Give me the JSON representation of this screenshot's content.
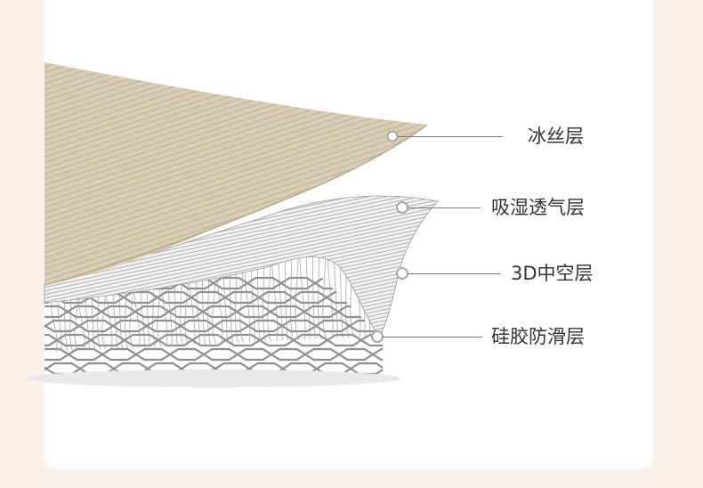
{
  "colors": {
    "page_background": "#fbf3ea",
    "card_background": "#ffffff",
    "ice_silk_fabric": "#d8ccb5",
    "mesh": "#8c8c8c",
    "leader_line": "#7a7a7a",
    "label_text": "#333333"
  },
  "layers": [
    {
      "label": "冰丝层"
    },
    {
      "label": "吸湿透气层"
    },
    {
      "label": "3D中空层"
    },
    {
      "label": "硅胶防滑层"
    }
  ]
}
